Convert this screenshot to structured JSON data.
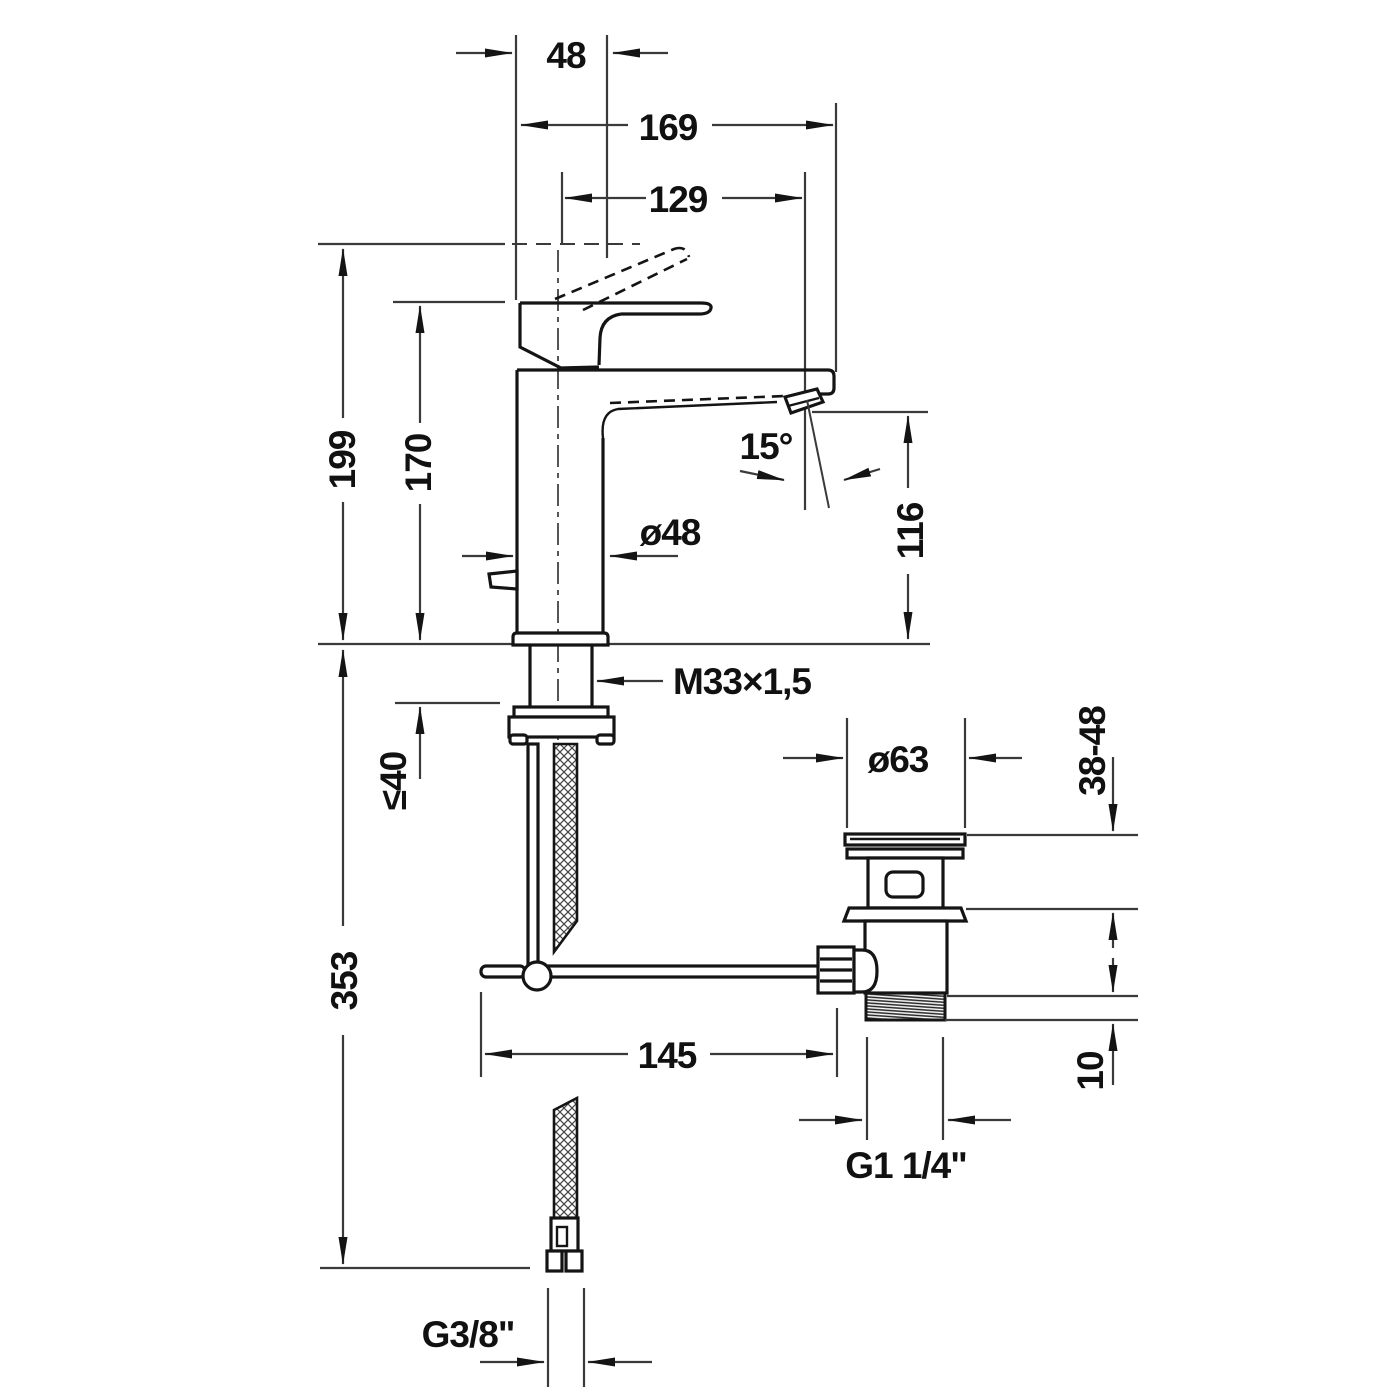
{
  "dimensions": {
    "handle_offset": "48",
    "spout_total_reach": "169",
    "spout_reach": "129",
    "height_handle_raised": "199",
    "height_body": "170",
    "spray_angle": "15°",
    "spout_height": "116",
    "body_diameter": "ø48",
    "shank_thread": "M33×1,5",
    "max_deck_thickness": "≤40",
    "hose_length": "353",
    "drain_flange_diameter": "ø63",
    "clamping_range": "38-48",
    "thread_tail_length": "10",
    "rod_length": "145",
    "drain_thread": "G1 1/4\"",
    "supply_thread": "G3/8\""
  }
}
